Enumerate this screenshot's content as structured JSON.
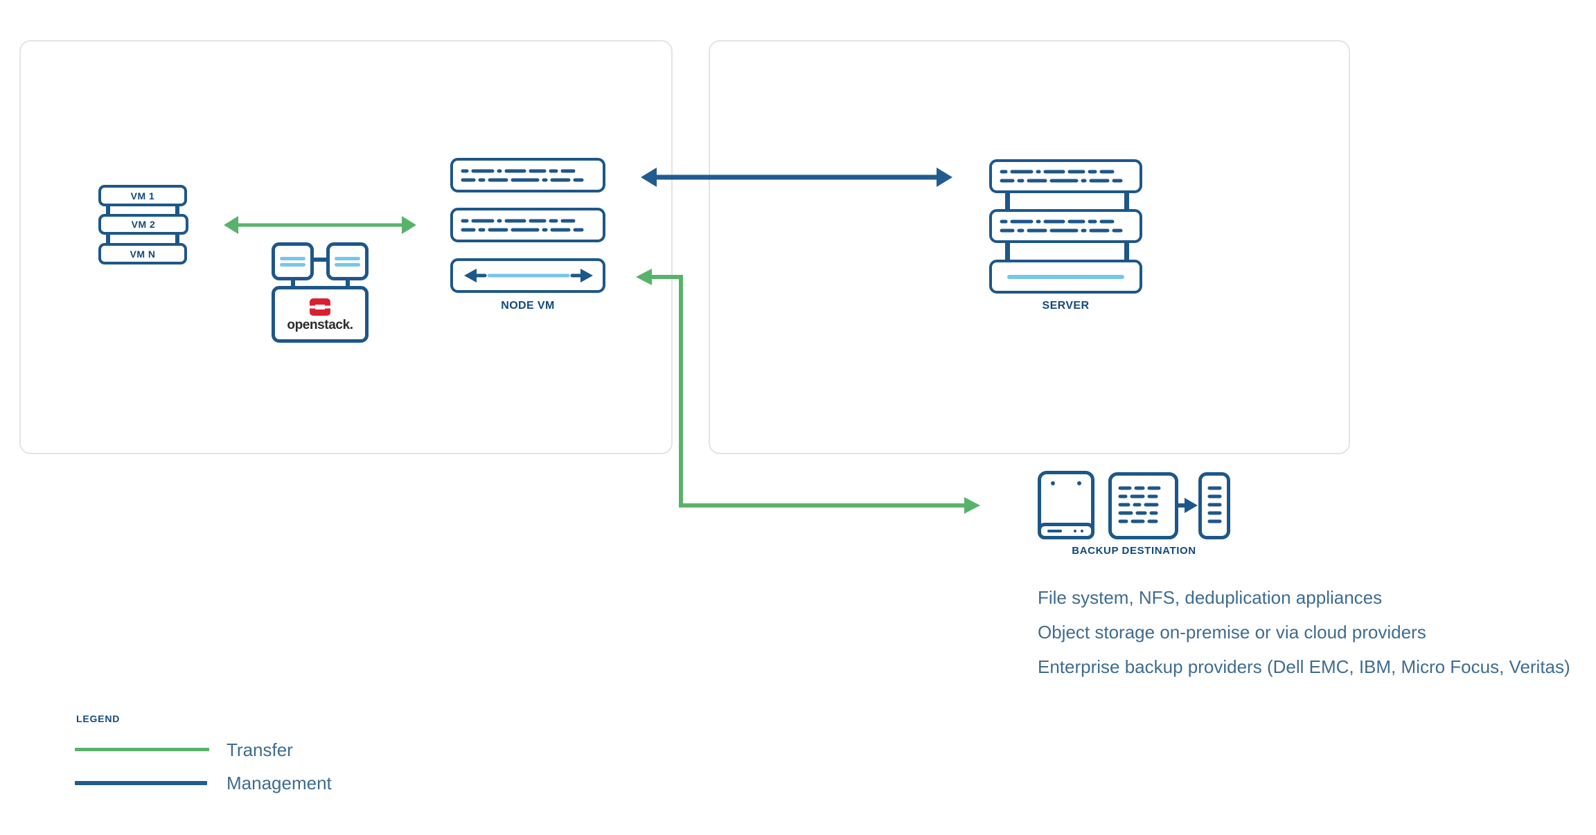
{
  "vm_stack": {
    "items": [
      {
        "label": "VM 1"
      },
      {
        "label": "VM 2"
      },
      {
        "label": "VM N"
      }
    ]
  },
  "openstack": {
    "wordmark": "openstack."
  },
  "node_vm": {
    "label": "NODE VM"
  },
  "server": {
    "label": "SERVER"
  },
  "backup_destination": {
    "label": "BACKUP DESTINATION"
  },
  "notes": {
    "lines": [
      "File system, NFS, deduplication appliances",
      "Object storage on-premise or via cloud providers",
      "Enterprise backup providers (Dell EMC, IBM, Micro Focus, Veritas)"
    ]
  },
  "legend": {
    "title": "LEGEND",
    "items": [
      {
        "label": "Transfer",
        "color": "#58b36a"
      },
      {
        "label": "Management",
        "color": "#215c90"
      }
    ]
  },
  "colors": {
    "icon_stroke": "#1d578a",
    "label_navy": "#12497b",
    "light_blue": "#74c6ec",
    "transfer_green": "#58b36a",
    "management_blue": "#215c90",
    "body_text": "#3e6c90",
    "openstack_red": "#dc1f2e",
    "panel_border": "#e4e4e6"
  },
  "icons": [
    "vm-stack-icon",
    "openstack-cluster-icon",
    "node-vm-stack-icon",
    "server-rack-icon",
    "storage-appliance-icon",
    "dedup-storage-icon",
    "tape-archive-icon",
    "transfer-arrow",
    "management-arrow",
    "backup-transfer-arrow"
  ]
}
